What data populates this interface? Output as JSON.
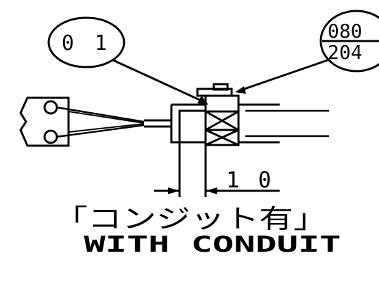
{
  "callouts": {
    "left_balloon": "0 1",
    "right_balloon_top": "080",
    "right_balloon_bottom": "204"
  },
  "dimension": {
    "value": "1 0"
  },
  "caption": {
    "japanese": "「コンジット有」",
    "english": "WITH CONDUIT"
  },
  "colors": {
    "line": "#000000",
    "background": "#ffffff"
  }
}
